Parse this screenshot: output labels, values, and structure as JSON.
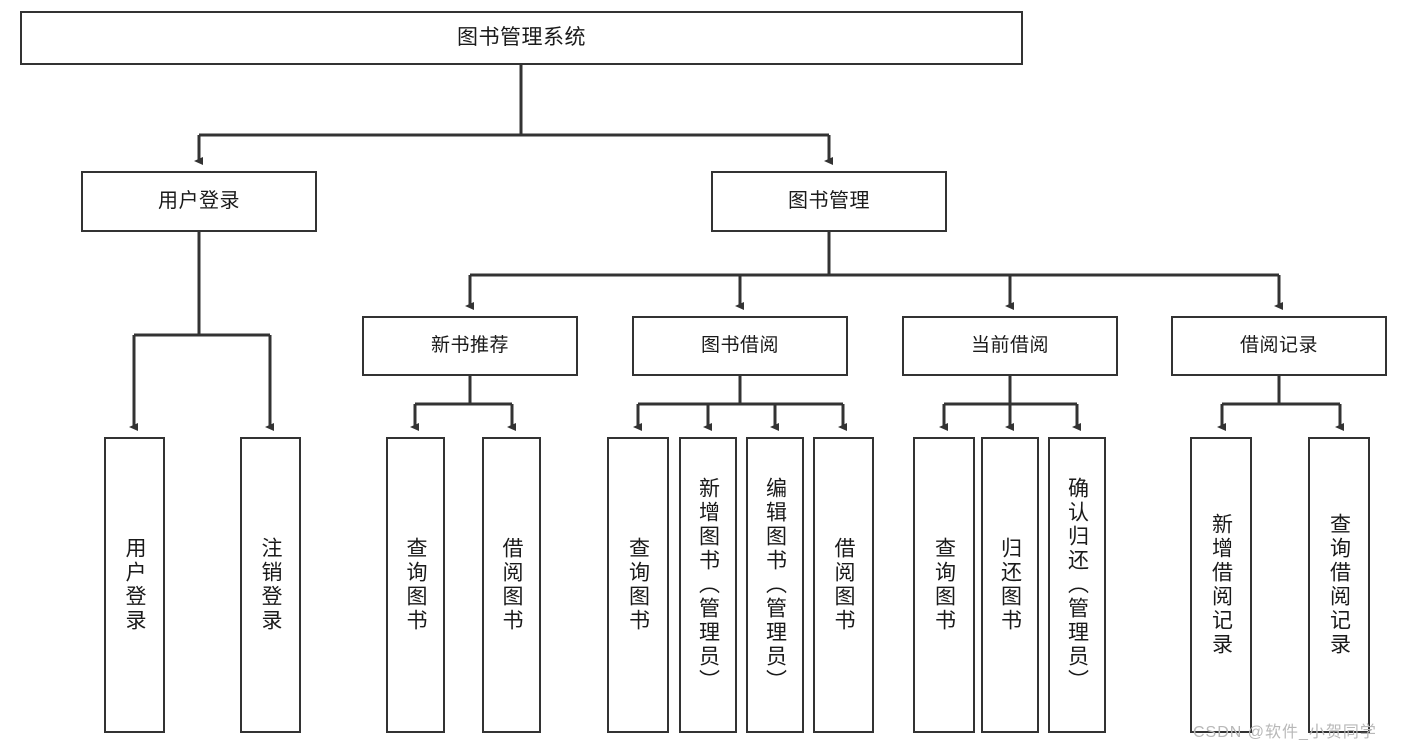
{
  "diagram": {
    "title": "图书管理系统",
    "type": "tree-hierarchy-diagram",
    "colors": {
      "node_border": "#333333",
      "node_fill": "#ffffff",
      "connector": "#333333",
      "background": "#ffffff",
      "watermark": "#b8b8b8"
    },
    "nodes": {
      "root": {
        "label": "图书管理系统"
      },
      "level2": [
        {
          "label": "用户登录"
        },
        {
          "label": "图书管理"
        }
      ],
      "level3": [
        {
          "label": "新书推荐"
        },
        {
          "label": "图书借阅"
        },
        {
          "label": "当前借阅"
        },
        {
          "label": "借阅记录"
        }
      ],
      "leaves": [
        {
          "label": "用户登录"
        },
        {
          "label": "注销登录"
        },
        {
          "label": "查询图书"
        },
        {
          "label": "借阅图书"
        },
        {
          "label": "查询图书"
        },
        {
          "label": "新增图书（管理员）"
        },
        {
          "label": "编辑图书（管理员）"
        },
        {
          "label": "借阅图书"
        },
        {
          "label": "查询图书"
        },
        {
          "label": "归还图书"
        },
        {
          "label": "确认归还（管理员）"
        },
        {
          "label": "新增借阅记录"
        },
        {
          "label": "查询借阅记录"
        }
      ]
    },
    "watermark": "CSDN @软件_小贺同学"
  }
}
